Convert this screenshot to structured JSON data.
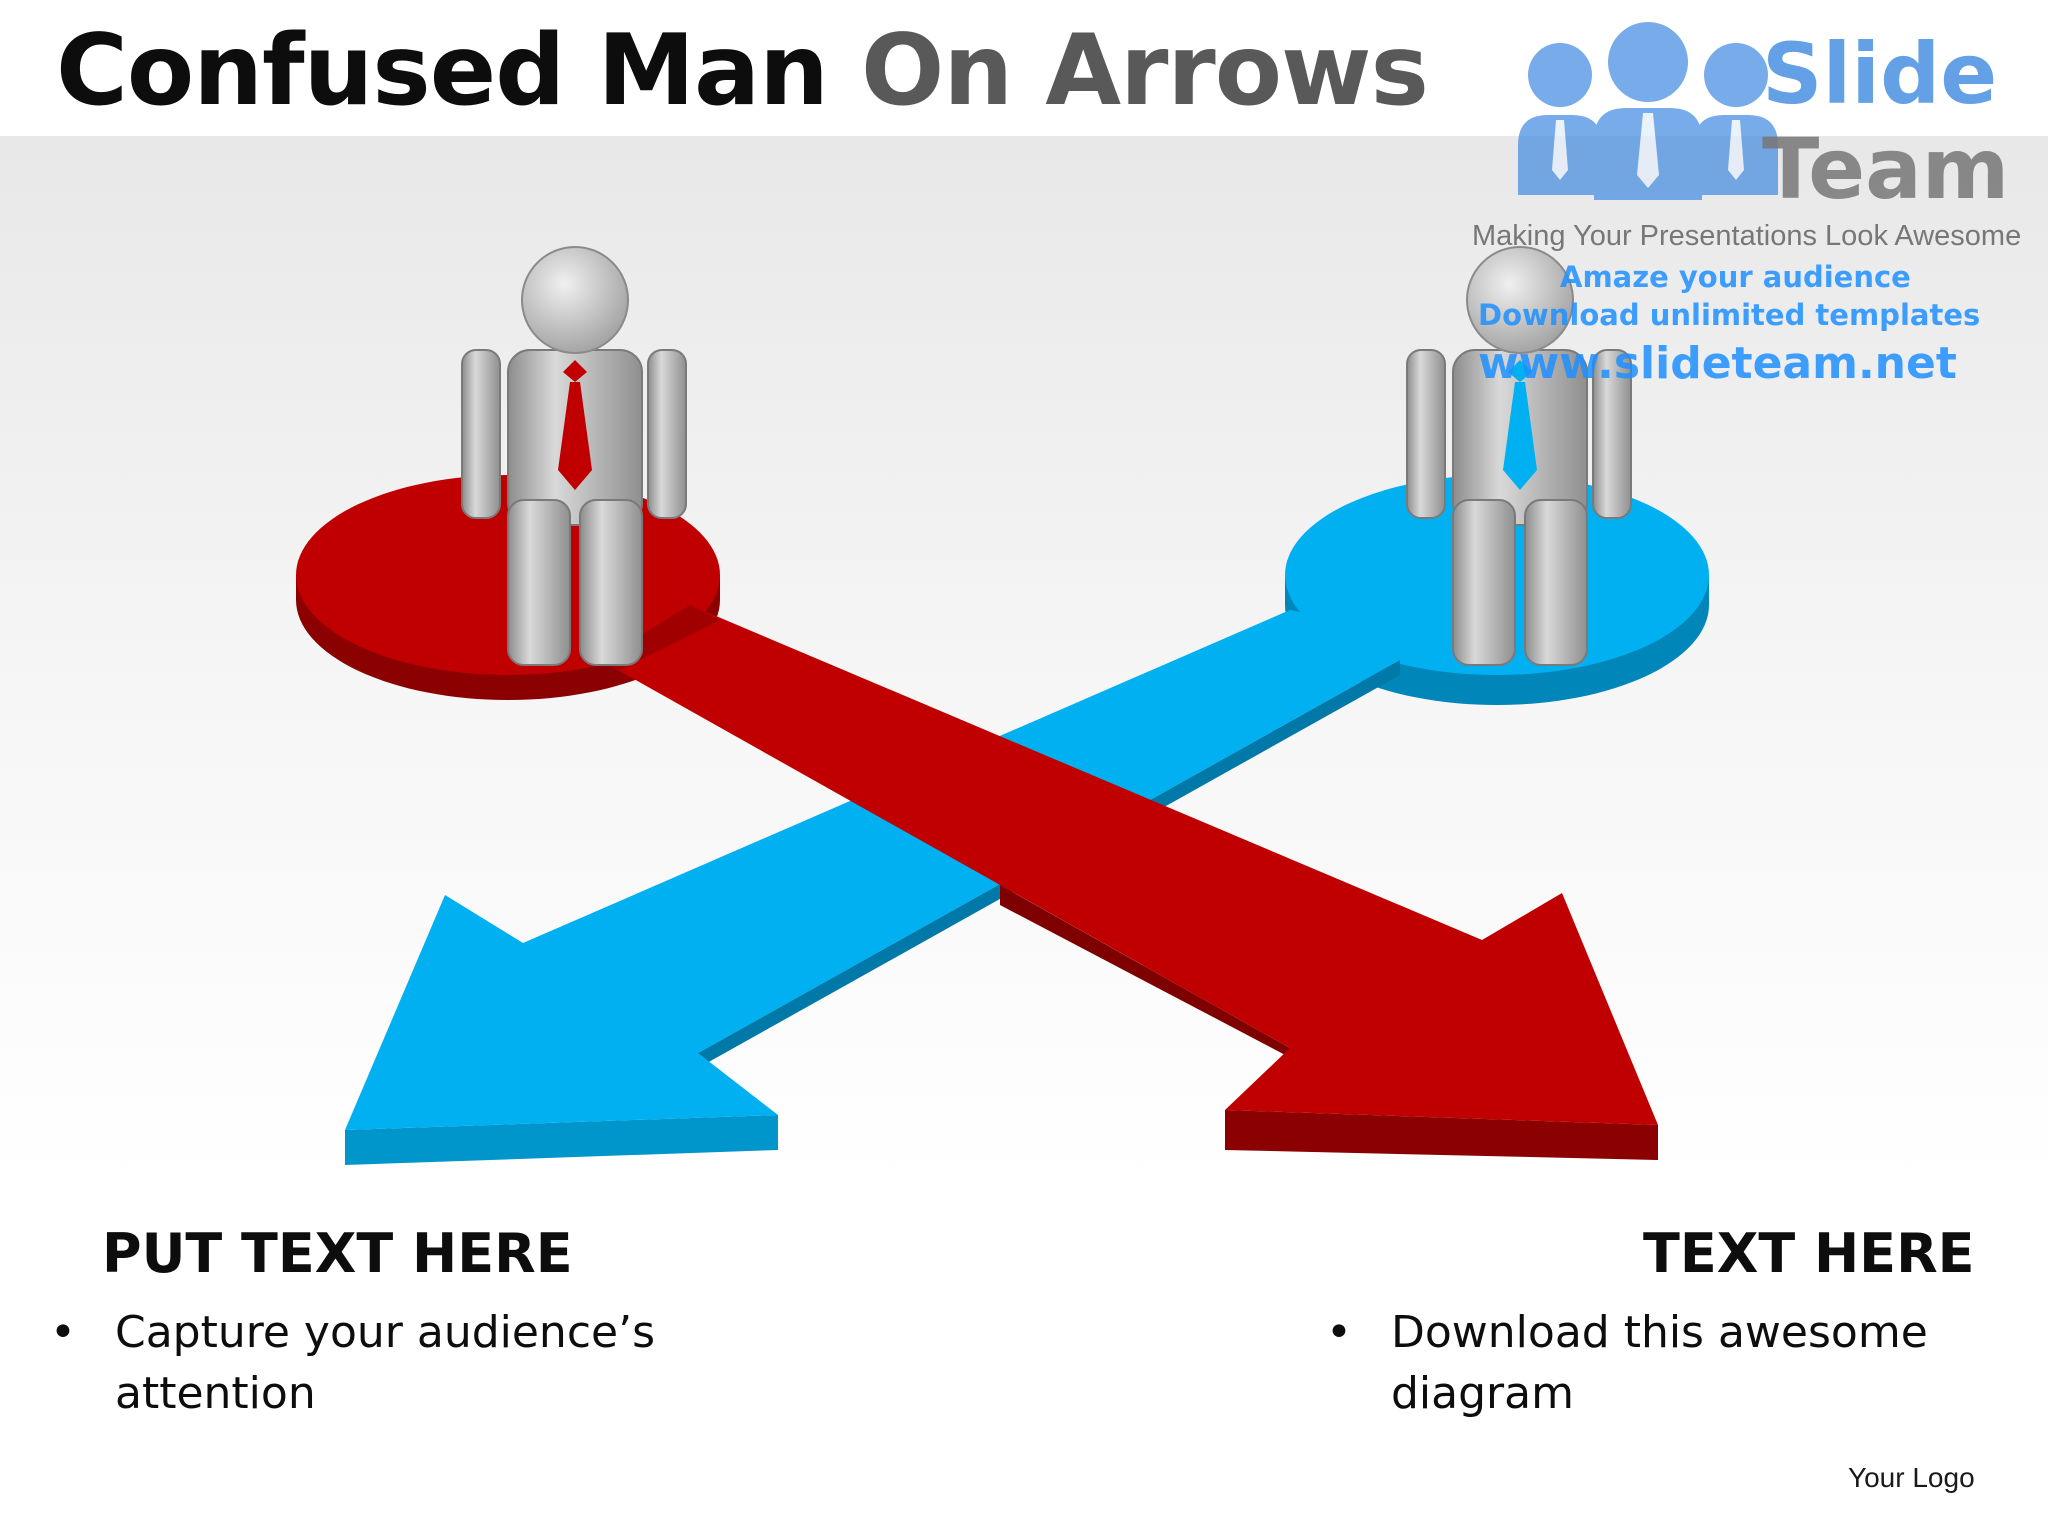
{
  "title": {
    "main": "Confused Man",
    "accent": "On Arrows"
  },
  "brand": {
    "name_line1": "Slide",
    "name_line2": "Team",
    "tagline": "Making Your Presentations Look Awesome",
    "line1": "Amaze your audience",
    "line2": "Download unlimited templates",
    "line3": "www.slideteam.net"
  },
  "left_panel": {
    "heading": "PUT TEXT HERE",
    "bullet_char": "•",
    "bullets": [
      "Capture your audience’s attention"
    ]
  },
  "right_panel": {
    "heading": "TEXT HERE",
    "bullet_char": "•",
    "bullets": [
      "Download this awesome diagram"
    ]
  },
  "footer": {
    "logo_text": "Your Logo"
  },
  "colors": {
    "red": "#c00000",
    "red_dark": "#7f0000",
    "blue": "#00b0f0",
    "blue_dark": "#0086b8",
    "figure_grey": "#a6a6a6",
    "title_dark": "#0d0d0d",
    "title_grey": "#595959"
  },
  "icons": {
    "left_figure": "businessman-red-tie-icon",
    "right_figure": "businessman-blue-tie-icon",
    "brand_logo": "people-group-icon"
  }
}
